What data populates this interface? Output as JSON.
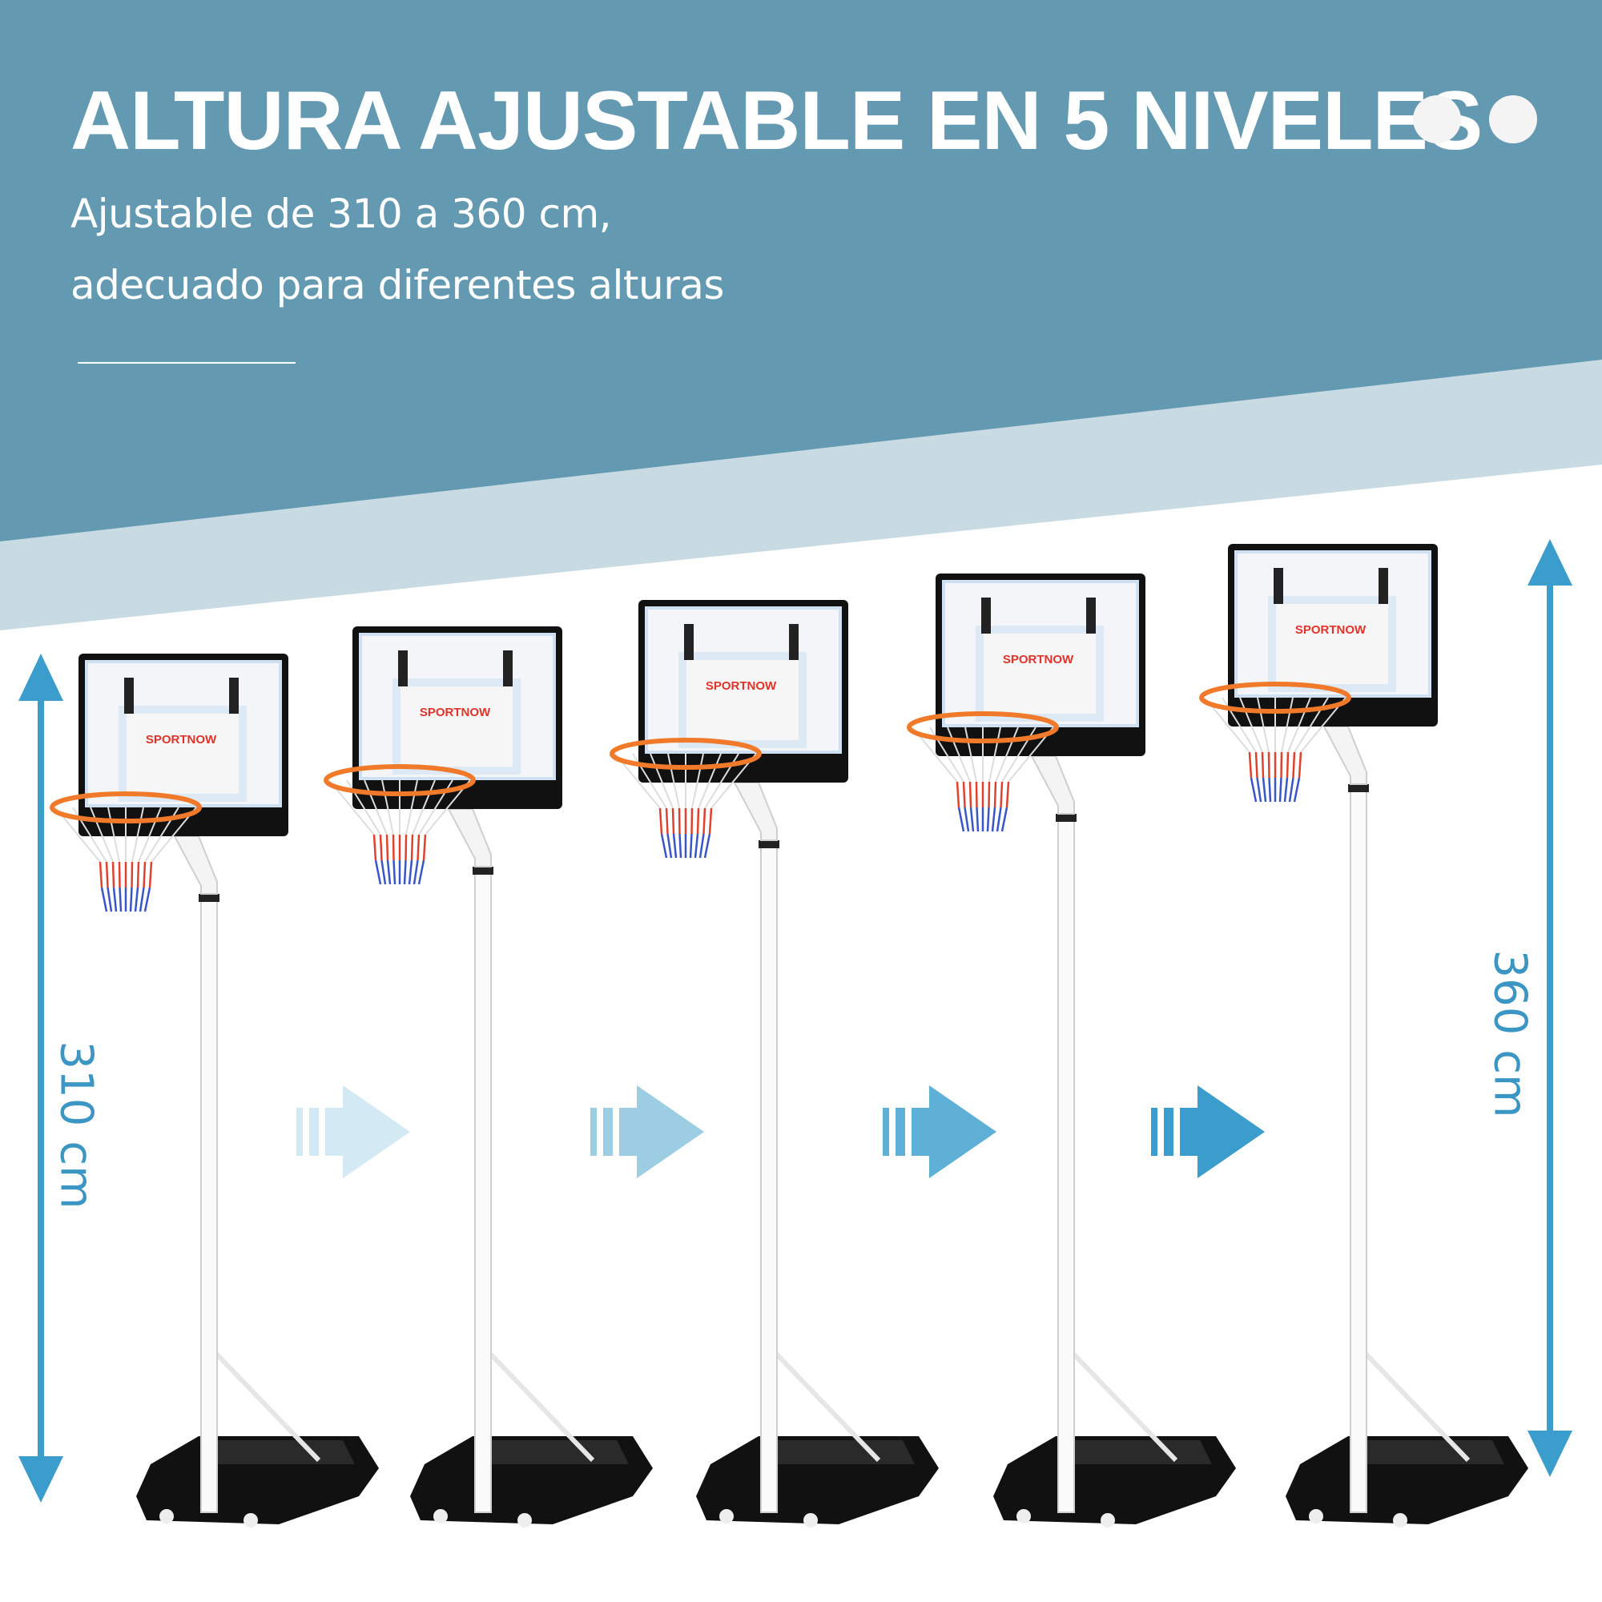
{
  "header": {
    "title": "ALTURA AJUSTABLE EN 5 NIVELES",
    "subtitle_line1": "Ajustable de 310 a 360 cm,",
    "subtitle_line2": "adecuado para diferentes alturas"
  },
  "dimensions": {
    "min_label": "310 cm",
    "max_label": "360 cm"
  },
  "product": {
    "brand_logo": "SPORTNOW",
    "levels": 5
  },
  "colors": {
    "header_band": "#6499b2",
    "light_band": "#c8dbe3",
    "accent": "#3b9dcb",
    "step_arrows": [
      "#d3e9f3",
      "#9ccde2",
      "#5fb0d6",
      "#3b9dcb"
    ],
    "rim": "#f07a2a",
    "net_red": "#e0412f",
    "net_blue": "#3a55c8"
  }
}
